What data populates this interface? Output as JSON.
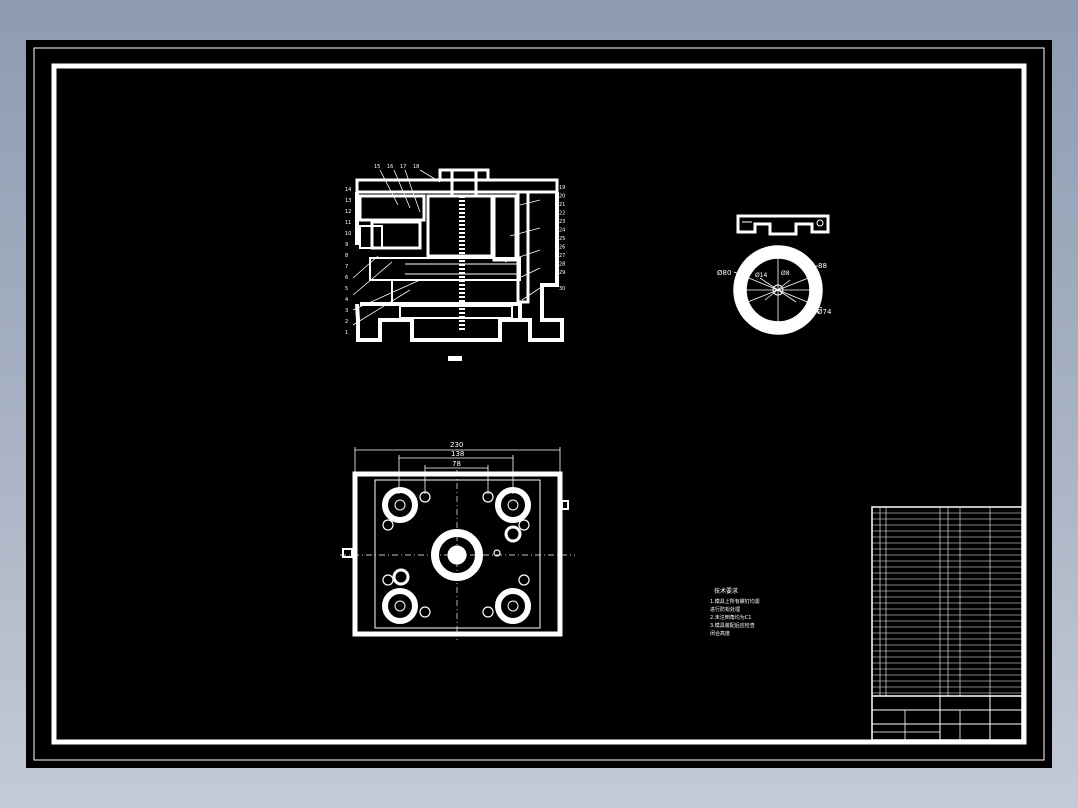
{
  "colors": {
    "viewer_background": "#a3adbf",
    "sheet_background": "#000000",
    "line": "#ffffff"
  },
  "section_view": {
    "balloons_top": [
      "15",
      "16",
      "17",
      "18"
    ],
    "balloons_left": [
      "14",
      "13",
      "12",
      "11",
      "10",
      "9",
      "8",
      "7",
      "6",
      "5",
      "4",
      "3",
      "2",
      "1"
    ],
    "balloons_right": [
      "19",
      "20",
      "21",
      "22",
      "23",
      "24",
      "25",
      "26",
      "27",
      "28",
      "29",
      "30"
    ]
  },
  "ring_view": {
    "dims": {
      "outer": "Ø80",
      "inner": "Ø14",
      "center": "Ø8",
      "right_top": "88",
      "right_bottom": "Ø74"
    }
  },
  "plan_view": {
    "dims": {
      "overall": "230",
      "middle": "138",
      "inner": "78"
    }
  },
  "notes": {
    "title": "技术要求",
    "lines": [
      "1.模具上所有螺钉均需",
      "  进行防松处理",
      "2.未注倒角均为C1",
      "3.模具装配后应检查",
      "  闭合高度"
    ]
  }
}
